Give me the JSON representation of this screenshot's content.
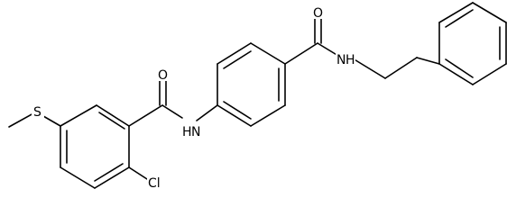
{
  "atoms": {
    "sulfur": "S",
    "oxygen_left": "O",
    "nh_left": "N",
    "h_left": "H",
    "oxygen_right": "O",
    "nh_right": "N",
    "h_right": "H",
    "chlorine": "Cl"
  },
  "colors": {
    "bond": "#000000",
    "label": "#000000",
    "background": "#ffffff"
  }
}
